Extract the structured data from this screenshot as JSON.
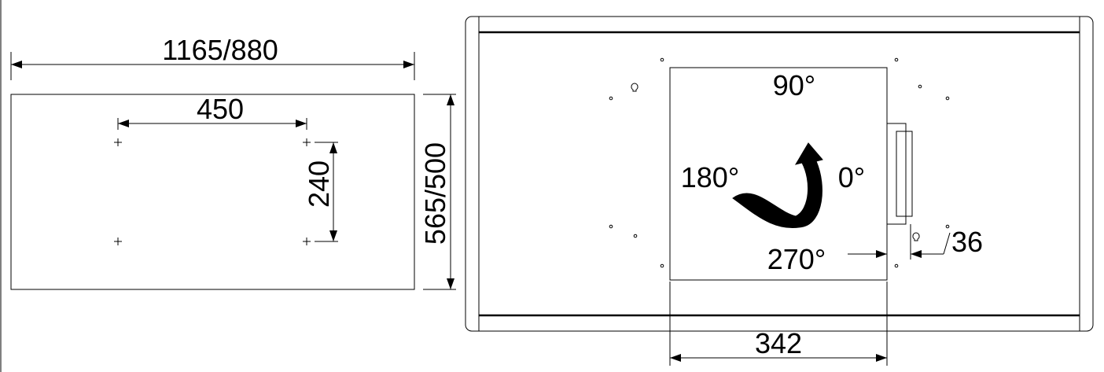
{
  "left_view": {
    "width_label": "1165/880",
    "hole_spacing_h_label": "450",
    "hole_spacing_v_label": "240",
    "height_label": "565/500"
  },
  "right_view": {
    "angle_top": "90°",
    "angle_left": "180°",
    "angle_right": "0°",
    "angle_bottom": "270°",
    "offset_label": "36",
    "outlet_width_label": "342"
  }
}
